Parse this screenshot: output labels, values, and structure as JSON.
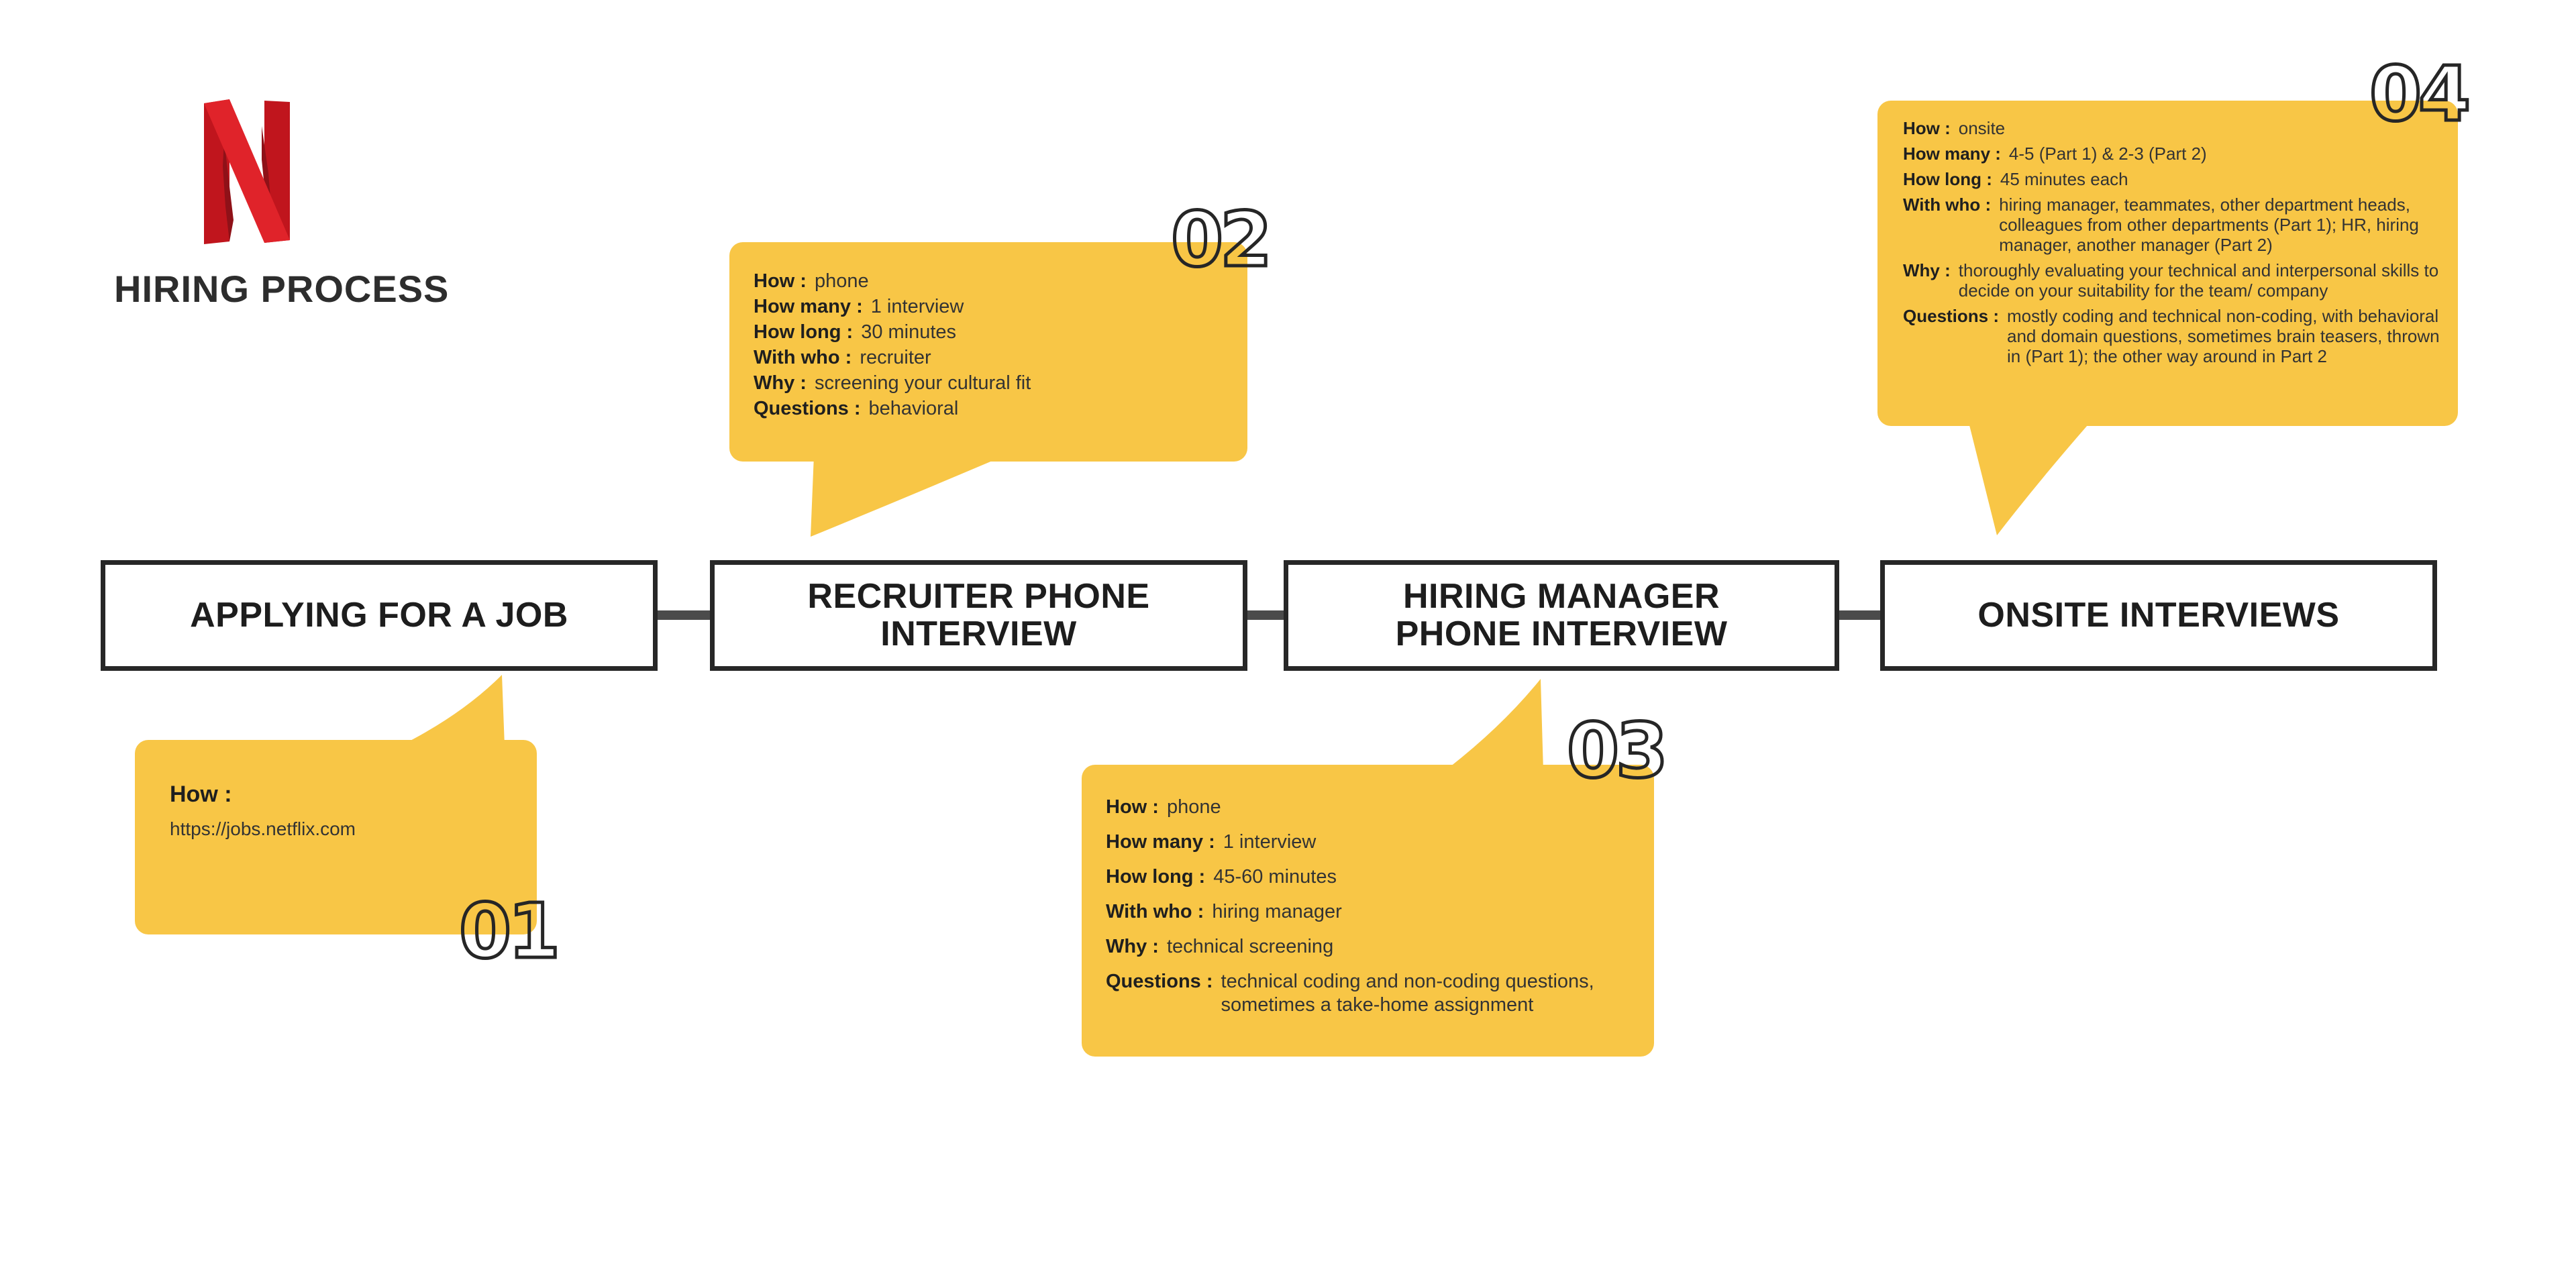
{
  "brand": {
    "logo": "netflix-n-logo",
    "title": "HIRING PROCESS"
  },
  "colors": {
    "bubble_yellow": "#F8C646",
    "box_border": "#272727",
    "connector_gray": "#4b4b4b",
    "label_text": "#1f1f1f",
    "value_text": "#333333",
    "netflix_red_bright": "#E0232A",
    "netflix_red_dark": "#C0151D",
    "netflix_red_shadow": "#8F1118",
    "number_outline": "#262626"
  },
  "steps": [
    {
      "number": "01",
      "box_title": "APPLYING FOR A JOB",
      "fields": [
        {
          "label": "How :",
          "value": "https://jobs.netflix.com"
        }
      ]
    },
    {
      "number": "02",
      "box_title": "RECRUITER PHONE INTERVIEW",
      "fields": [
        {
          "label": "How :",
          "value": "phone"
        },
        {
          "label": "How many :",
          "value": "1 interview"
        },
        {
          "label": "How long :",
          "value": "30 minutes"
        },
        {
          "label": "With who :",
          "value": "recruiter"
        },
        {
          "label": "Why :",
          "value": "screening your cultural fit"
        },
        {
          "label": "Questions :",
          "value": "behavioral"
        }
      ]
    },
    {
      "number": "03",
      "box_title": "HIRING MANAGER PHONE INTERVIEW",
      "fields": [
        {
          "label": "How :",
          "value": "phone"
        },
        {
          "label": "How many :",
          "value": "1 interview"
        },
        {
          "label": "How long :",
          "value": "45-60 minutes"
        },
        {
          "label": "With who :",
          "value": "hiring manager"
        },
        {
          "label": "Why :",
          "value": "technical screening"
        },
        {
          "label": "Questions :",
          "value": "technical coding and non-coding questions, sometimes a take-home assignment"
        }
      ]
    },
    {
      "number": "04",
      "box_title": "ONSITE INTERVIEWS",
      "fields": [
        {
          "label": "How :",
          "value": "onsite"
        },
        {
          "label": "How many :",
          "value": "4-5 (Part 1) & 2-3 (Part 2)"
        },
        {
          "label": "How long :",
          "value": "45 minutes each"
        },
        {
          "label": "With who :",
          "value": "hiring manager, teammates, other department heads, colleagues from other departments (Part 1); HR, hiring manager, another manager (Part 2)"
        },
        {
          "label": "Why :",
          "value": "thoroughly evaluating your technical and interpersonal skills to decide on your suitability for the team/ company"
        },
        {
          "label": "Questions :",
          "value": "mostly coding and technical non-coding, with behavioral and domain questions, sometimes brain teasers, thrown in (Part 1); the other way around in Part 2"
        }
      ]
    }
  ]
}
